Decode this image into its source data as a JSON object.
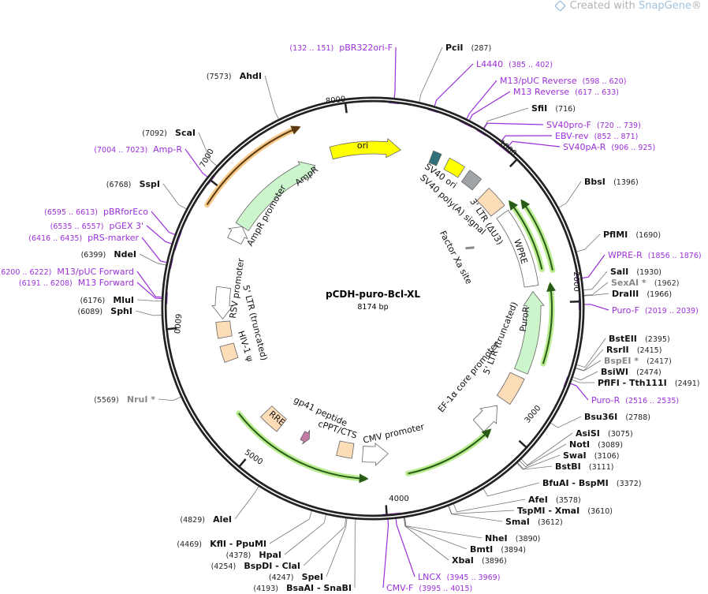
{
  "watermark": {
    "prefix": "Created with ",
    "brand": "SnapGene",
    "suffix": "®"
  },
  "plasmid": {
    "name": "pCDH-puro-Bcl-XL",
    "length_label": "8174 bp",
    "length": 8174
  },
  "ticks": [
    "1000",
    "2000",
    "3000",
    "4000",
    "5000",
    "6000",
    "7000",
    "8000"
  ],
  "colors": {
    "primer": "#9b30d9",
    "backbone": "#222222",
    "glow_green": "#b8ec8e",
    "glow_orange": "#f6c88a"
  },
  "features": {
    "ori": "ori",
    "ampr": "AmpR",
    "ampr_promoter": "AmpR promoter",
    "sv40_ori": "SV40 ori",
    "sv40_polya": "SV40 poly(A) signal",
    "ltr3": "3' LTR (ΔU3)",
    "wpre": "WPRE",
    "factor_xa": "Factor Xa site",
    "puror": "PuroR",
    "ltr5_right": "5' LTR (truncated)",
    "ef1a": "EF-1α core promoter",
    "cmv": "CMV promoter",
    "cppt": "cPPT/CTS",
    "gp41": "gp41 peptide",
    "rre": "RRE",
    "hiv_psi": "HIV-1 ψ",
    "ltr5_left": "5' LTR (truncated)",
    "rsv": "RSV promoter"
  },
  "sites": [
    {
      "name": "pBR322ori-F",
      "loc": "132 .. 151",
      "type": "primer"
    },
    {
      "name": "PciI",
      "loc": "287",
      "type": "enzyme"
    },
    {
      "name": "L4440",
      "loc": "385 .. 402",
      "type": "primer"
    },
    {
      "name": "M13/pUC Reverse",
      "loc": "598 .. 620",
      "type": "primer"
    },
    {
      "name": "M13 Reverse",
      "loc": "617 .. 633",
      "type": "primer"
    },
    {
      "name": "SfiI",
      "loc": "716",
      "type": "enzyme"
    },
    {
      "name": "SV40pro-F",
      "loc": "720 .. 739",
      "type": "primer"
    },
    {
      "name": "EBV-rev",
      "loc": "852 .. 871",
      "type": "primer"
    },
    {
      "name": "SV40pA-R",
      "loc": "906 .. 925",
      "type": "primer"
    },
    {
      "name": "BbsI",
      "loc": "1396",
      "type": "enzyme"
    },
    {
      "name": "PflMI",
      "loc": "1690",
      "type": "enzyme"
    },
    {
      "name": "WPRE-R",
      "loc": "1856 .. 1876",
      "type": "primer"
    },
    {
      "name": "SalI",
      "loc": "1930",
      "type": "enzyme"
    },
    {
      "name": "SexAI *",
      "loc": "1962",
      "type": "enzyme-gray"
    },
    {
      "name": "DraIII",
      "loc": "1966",
      "type": "enzyme"
    },
    {
      "name": "Puro-F",
      "loc": "2019 .. 2039",
      "type": "primer"
    },
    {
      "name": "BstEII",
      "loc": "2395",
      "type": "enzyme"
    },
    {
      "name": "RsrII",
      "loc": "2415",
      "type": "enzyme"
    },
    {
      "name": "BspEI *",
      "loc": "2417",
      "type": "enzyme-gray"
    },
    {
      "name": "BsiWI",
      "loc": "2474",
      "type": "enzyme"
    },
    {
      "name": "PflFI  -  Tth111I",
      "loc": "2491",
      "type": "enzyme"
    },
    {
      "name": "Puro-R",
      "loc": "2516 .. 2535",
      "type": "primer"
    },
    {
      "name": "Bsu36I",
      "loc": "2788",
      "type": "enzyme"
    },
    {
      "name": "AsiSI",
      "loc": "3075",
      "type": "enzyme"
    },
    {
      "name": "NotI",
      "loc": "3089",
      "type": "enzyme"
    },
    {
      "name": "SwaI",
      "loc": "3106",
      "type": "enzyme"
    },
    {
      "name": "BstBI",
      "loc": "3111",
      "type": "enzyme"
    },
    {
      "name": "BfuAI  -  BspMI",
      "loc": "3372",
      "type": "enzyme"
    },
    {
      "name": "AfeI",
      "loc": "3578",
      "type": "enzyme"
    },
    {
      "name": "TspMI  -  XmaI",
      "loc": "3610",
      "type": "enzyme"
    },
    {
      "name": "SmaI",
      "loc": "3612",
      "type": "enzyme"
    },
    {
      "name": "NheI",
      "loc": "3890",
      "type": "enzyme"
    },
    {
      "name": "BmtI",
      "loc": "3894",
      "type": "enzyme"
    },
    {
      "name": "XbaI",
      "loc": "3896",
      "type": "enzyme"
    },
    {
      "name": "LNCX",
      "loc": "3945 .. 3969",
      "type": "primer"
    },
    {
      "name": "CMV-F",
      "loc": "3995 .. 4015",
      "type": "primer"
    },
    {
      "name": "BsaAI  -  SnaBI",
      "loc": "4193",
      "type": "enzyme"
    },
    {
      "name": "SpeI",
      "loc": "4247",
      "type": "enzyme"
    },
    {
      "name": "BspDI  -  ClaI",
      "loc": "4254",
      "type": "enzyme"
    },
    {
      "name": "HpaI",
      "loc": "4378",
      "type": "enzyme"
    },
    {
      "name": "KflI  -  PpuMI",
      "loc": "4469",
      "type": "enzyme"
    },
    {
      "name": "AleI",
      "loc": "4829",
      "type": "enzyme"
    },
    {
      "name": "NruI *",
      "loc": "5569",
      "type": "enzyme-gray"
    },
    {
      "name": "SphI",
      "loc": "6089",
      "type": "enzyme"
    },
    {
      "name": "MluI",
      "loc": "6176",
      "type": "enzyme"
    },
    {
      "name": "M13 Forward",
      "loc": "6191 .. 6208",
      "type": "primer"
    },
    {
      "name": "M13/pUC Forward",
      "loc": "6200 .. 6222",
      "type": "primer"
    },
    {
      "name": "NdeI",
      "loc": "6399",
      "type": "enzyme"
    },
    {
      "name": "pRS-marker",
      "loc": "6416 .. 6435",
      "type": "primer"
    },
    {
      "name": "pGEX 3'",
      "loc": "6535 .. 6557",
      "type": "primer"
    },
    {
      "name": "pBRforEco",
      "loc": "6595 .. 6613",
      "type": "primer"
    },
    {
      "name": "SspI",
      "loc": "6768",
      "type": "enzyme"
    },
    {
      "name": "Amp-R",
      "loc": "7004 .. 7023",
      "type": "primer"
    },
    {
      "name": "ScaI",
      "loc": "7092",
      "type": "enzyme"
    },
    {
      "name": "AhdI",
      "loc": "7573",
      "type": "enzyme"
    }
  ]
}
